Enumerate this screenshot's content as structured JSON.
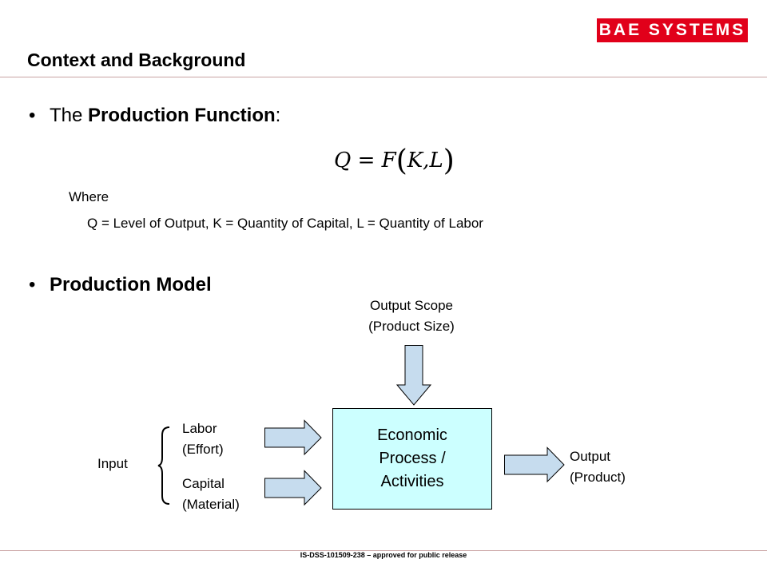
{
  "header": {
    "logo_text": "BAE SYSTEMS",
    "title": "Context and Background"
  },
  "bullets": {
    "production_function": {
      "prefix": "The ",
      "bold": "Production Function",
      "suffix": ":"
    },
    "production_model": {
      "bold": "Production Model"
    }
  },
  "equation": {
    "lhs": "Q",
    "eq": " = ",
    "fn": "F",
    "open": "(",
    "args": "K,L",
    "close": ")"
  },
  "definitions": {
    "where": "Where",
    "text": "Q = Level of Output, K = Quantity of Capital, L = Quantity of Labor"
  },
  "diagram": {
    "output_scope_line1": "Output Scope",
    "output_scope_line2": "(Product Size)",
    "process_line1": "Economic",
    "process_line2": "Process /",
    "process_line3": "Activities",
    "input_label": "Input",
    "labor_line1": "Labor",
    "labor_line2": "(Effort)",
    "capital_line1": "Capital",
    "capital_line2": "(Material)",
    "output_line1": "Output",
    "output_line2": "(Product)"
  },
  "colors": {
    "brand_red": "#e1001a",
    "process_fill": "#ccffff",
    "arrow_fill": "#c6dcee"
  },
  "footer": "IS-DSS-101509-238 – approved for public release"
}
